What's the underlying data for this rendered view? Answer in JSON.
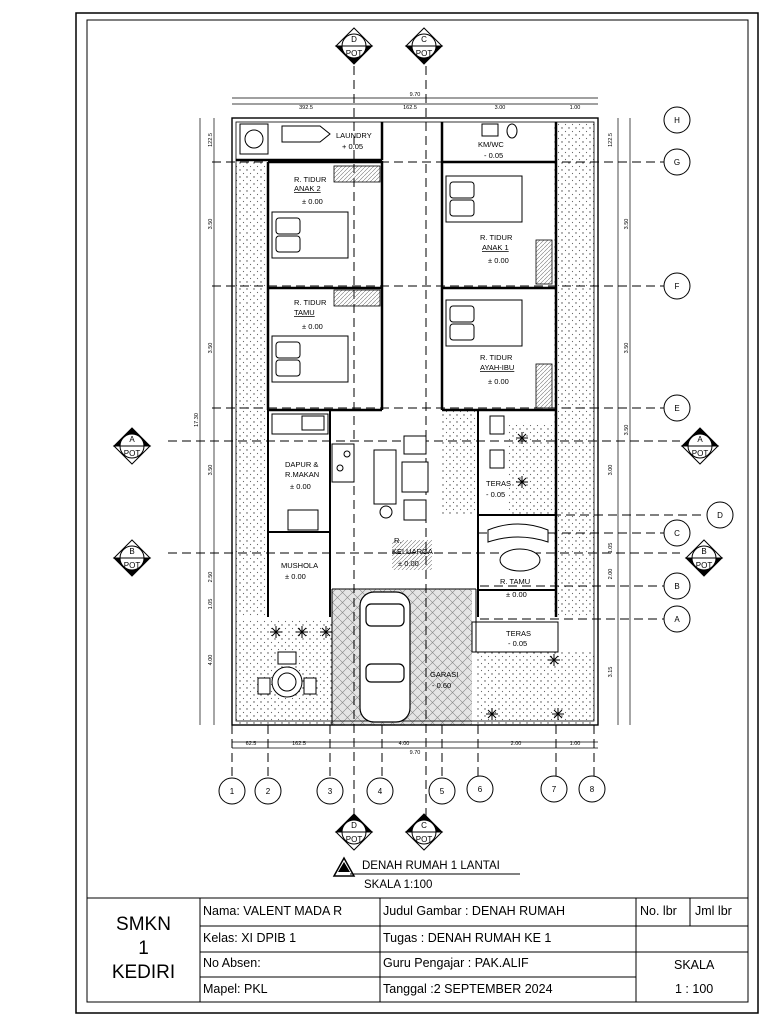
{
  "drawing": {
    "caption": "DENAH RUMAH 1 LANTAI",
    "scale_caption": "SKALA 1:100"
  },
  "dimensions": {
    "top_total": "9.70",
    "top_parts": [
      "392.5",
      "162.5",
      "3.00",
      "1.00"
    ],
    "bottom_total": "9.70",
    "bottom_parts": [
      "62.5",
      "162.5",
      "4.00",
      "2.00",
      "1.00"
    ],
    "left_total": "17.30",
    "left_parts": [
      "122.5",
      "3.50",
      "3.50",
      "3.50",
      "2.50",
      "1.05",
      "4.00"
    ],
    "right_parts": [
      "122.5",
      "3.50",
      "3.50",
      "3.50",
      "3.00",
      "1.05",
      "2.00",
      "3.15"
    ]
  },
  "rooms": {
    "laundry": {
      "name": "LAUNDRY",
      "level": "+ 0.05"
    },
    "kmwc": {
      "name": "KM/WC",
      "level": "- 0.05"
    },
    "tidur_anak2": {
      "name1": "R. TIDUR",
      "name2": "ANAK 2",
      "level": "± 0.00"
    },
    "tidur_anak1": {
      "name1": "R. TIDUR",
      "name2": "ANAK 1",
      "level": "± 0.00"
    },
    "tidur_tamu": {
      "name1": "R. TIDUR",
      "name2": "TAMU",
      "level": "± 0.00"
    },
    "tidur_ayahibu": {
      "name1": "R. TIDUR",
      "name2": "AYAH-IBU",
      "level": "± 0.00"
    },
    "dapur": {
      "name1": "DAPUR &",
      "name2": "R.MAKAN",
      "level": "± 0.00"
    },
    "teras1": {
      "name": "TERAS",
      "level": "- 0.05"
    },
    "keluarga": {
      "name1": "R.",
      "name2": "KELUARGA",
      "level": "± 0.00"
    },
    "mushola": {
      "name": "MUSHOLA",
      "level": "± 0.00"
    },
    "tamu": {
      "name": "R. TAMU",
      "level": "± 0.00"
    },
    "teras2": {
      "name": "TERAS",
      "level": "- 0.05"
    },
    "garasi": {
      "name": "GARASI",
      "level": "- 0.60"
    }
  },
  "grid": {
    "letters": [
      "H",
      "G",
      "F",
      "E",
      "D",
      "C",
      "B",
      "A"
    ],
    "numbers": [
      "1",
      "2",
      "3",
      "4",
      "5",
      "6",
      "7",
      "8"
    ]
  },
  "section_markers": {
    "pot": "POT",
    "d": "D",
    "c": "C",
    "a": "A",
    "b": "B"
  },
  "title_block": {
    "school": [
      "SMKN",
      "1",
      "KEDIRI"
    ],
    "nama": "Nama: VALENT MADA R",
    "kelas": "Kelas: XI DPIB 1",
    "absen": "No Absen:",
    "mapel": "Mapel: PKL",
    "judul": "Judul Gambar : DENAH RUMAH",
    "tugas": "Tugas : DENAH RUMAH KE 1",
    "guru": "Guru Pengajar : PAK.ALIF",
    "tanggal": "Tanggal :2 SEPTEMBER 2024",
    "no_lbr": "No. lbr",
    "jml_lbr": "Jml lbr",
    "skala_label": "SKALA",
    "skala_value": "1 : 100"
  }
}
